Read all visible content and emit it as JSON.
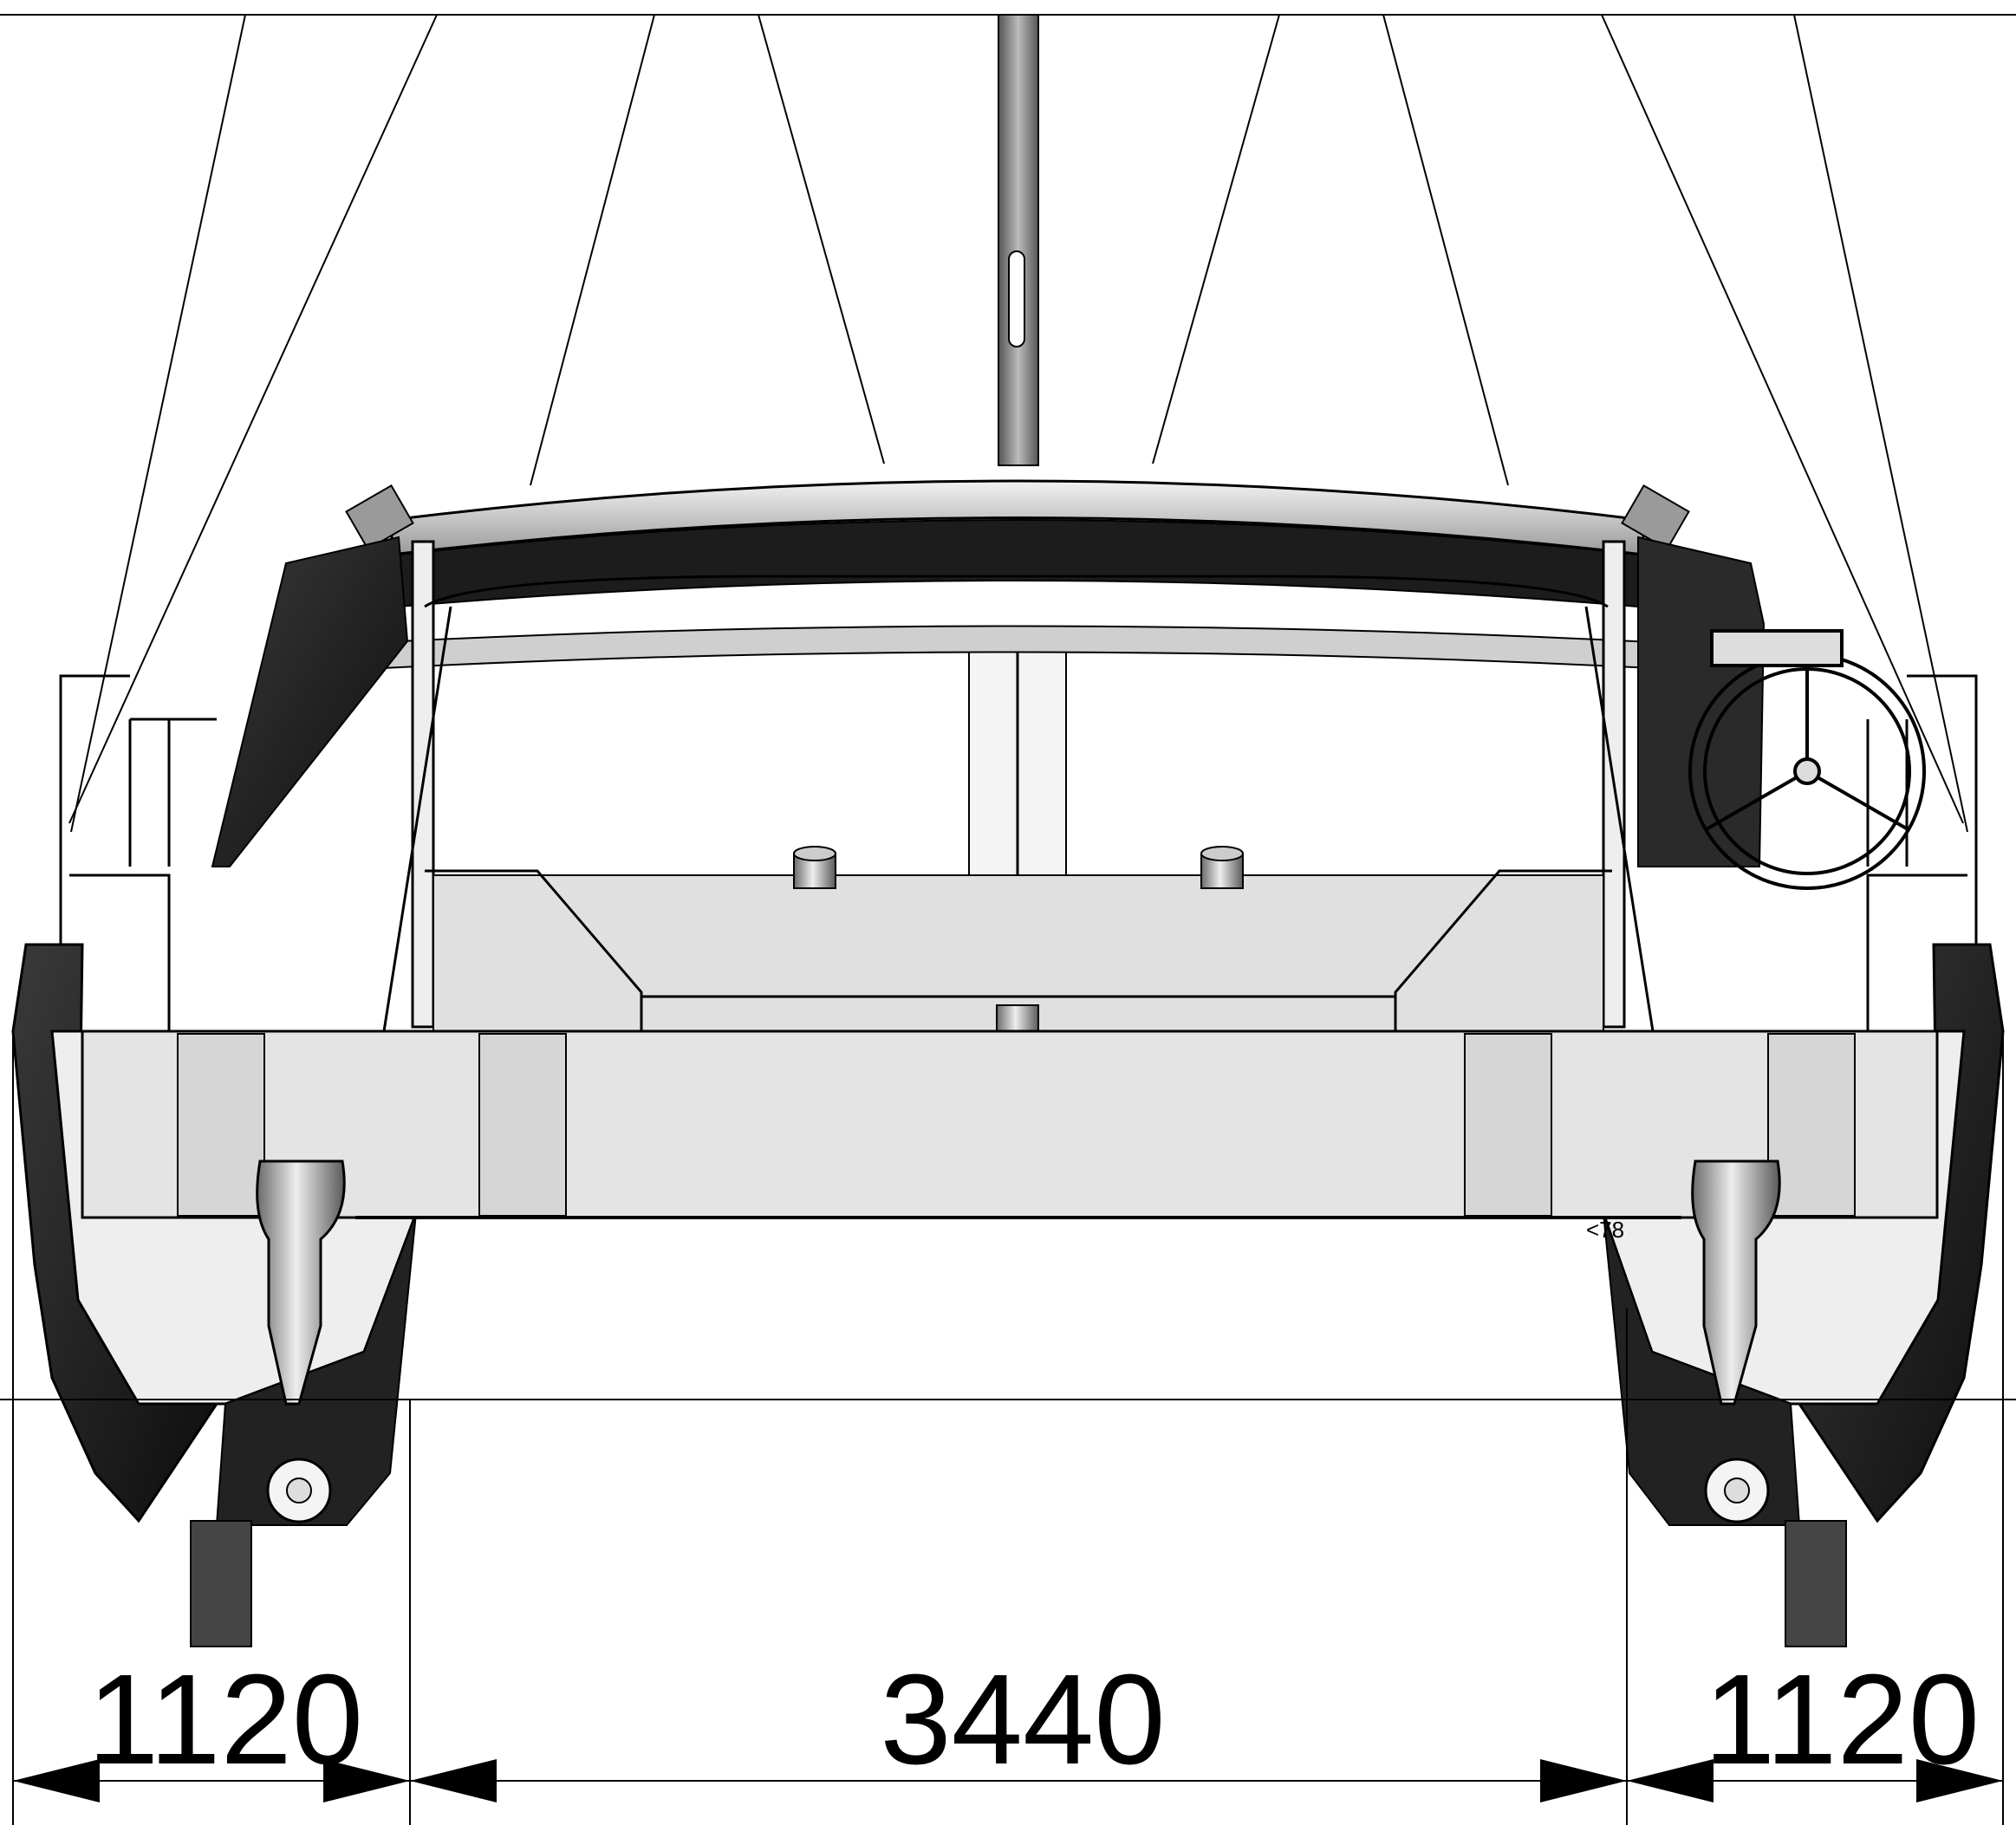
{
  "dimensions": {
    "left_hull": "1120",
    "tunnel": "3440",
    "right_hull": "1120"
  },
  "annotations": {
    "small_marker": "<78"
  },
  "colors": {
    "line": "#000000",
    "dark_fill": "#1a1a1a",
    "mid_fill": "#8a8a8a",
    "light_fill": "#e6e6e6",
    "background": "#ffffff"
  }
}
